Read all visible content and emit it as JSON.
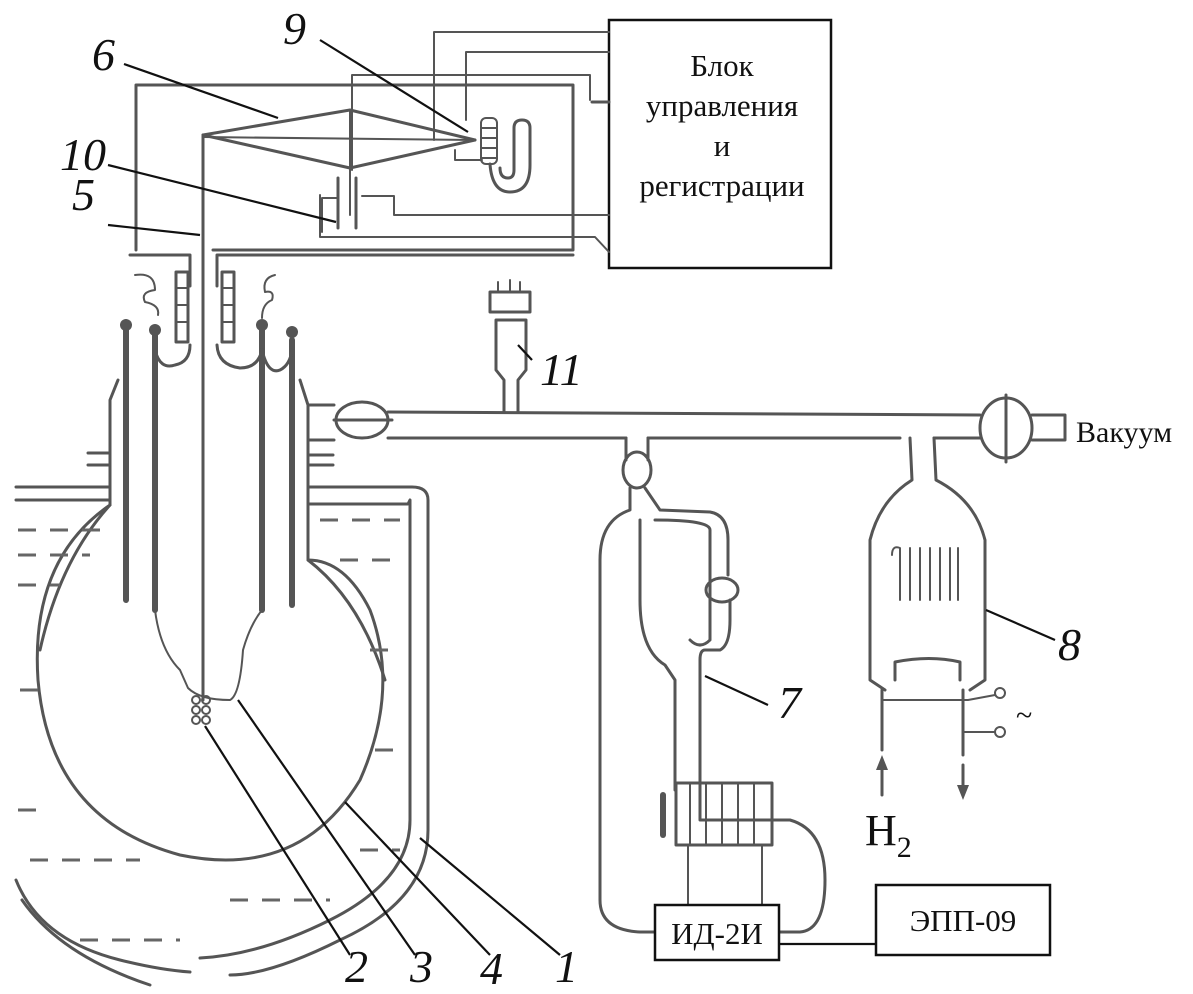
{
  "diagram": {
    "control_block": {
      "lines": [
        "Блок",
        "управления",
        "и",
        "регистрации"
      ]
    },
    "gauge_block": {
      "label": "ИД-2И"
    },
    "recorder_block": {
      "label": "ЭПП-09"
    },
    "vacuum_label": "Вакуум",
    "gas_label": {
      "main": "H",
      "sub": "2"
    },
    "ac_symbol": "~",
    "callouts": {
      "c1": "1",
      "c2": "2",
      "c3": "3",
      "c4": "4",
      "c5": "5",
      "c6": "6",
      "c7": "7",
      "c8": "8",
      "c9": "9",
      "c10": "10",
      "c11": "11"
    }
  }
}
